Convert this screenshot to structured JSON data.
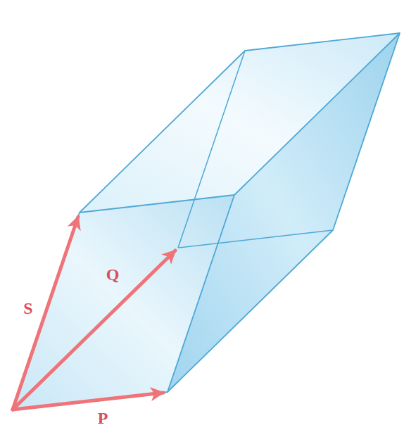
{
  "diagram": {
    "labels": [
      "S",
      "Q",
      "P"
    ]
  }
}
